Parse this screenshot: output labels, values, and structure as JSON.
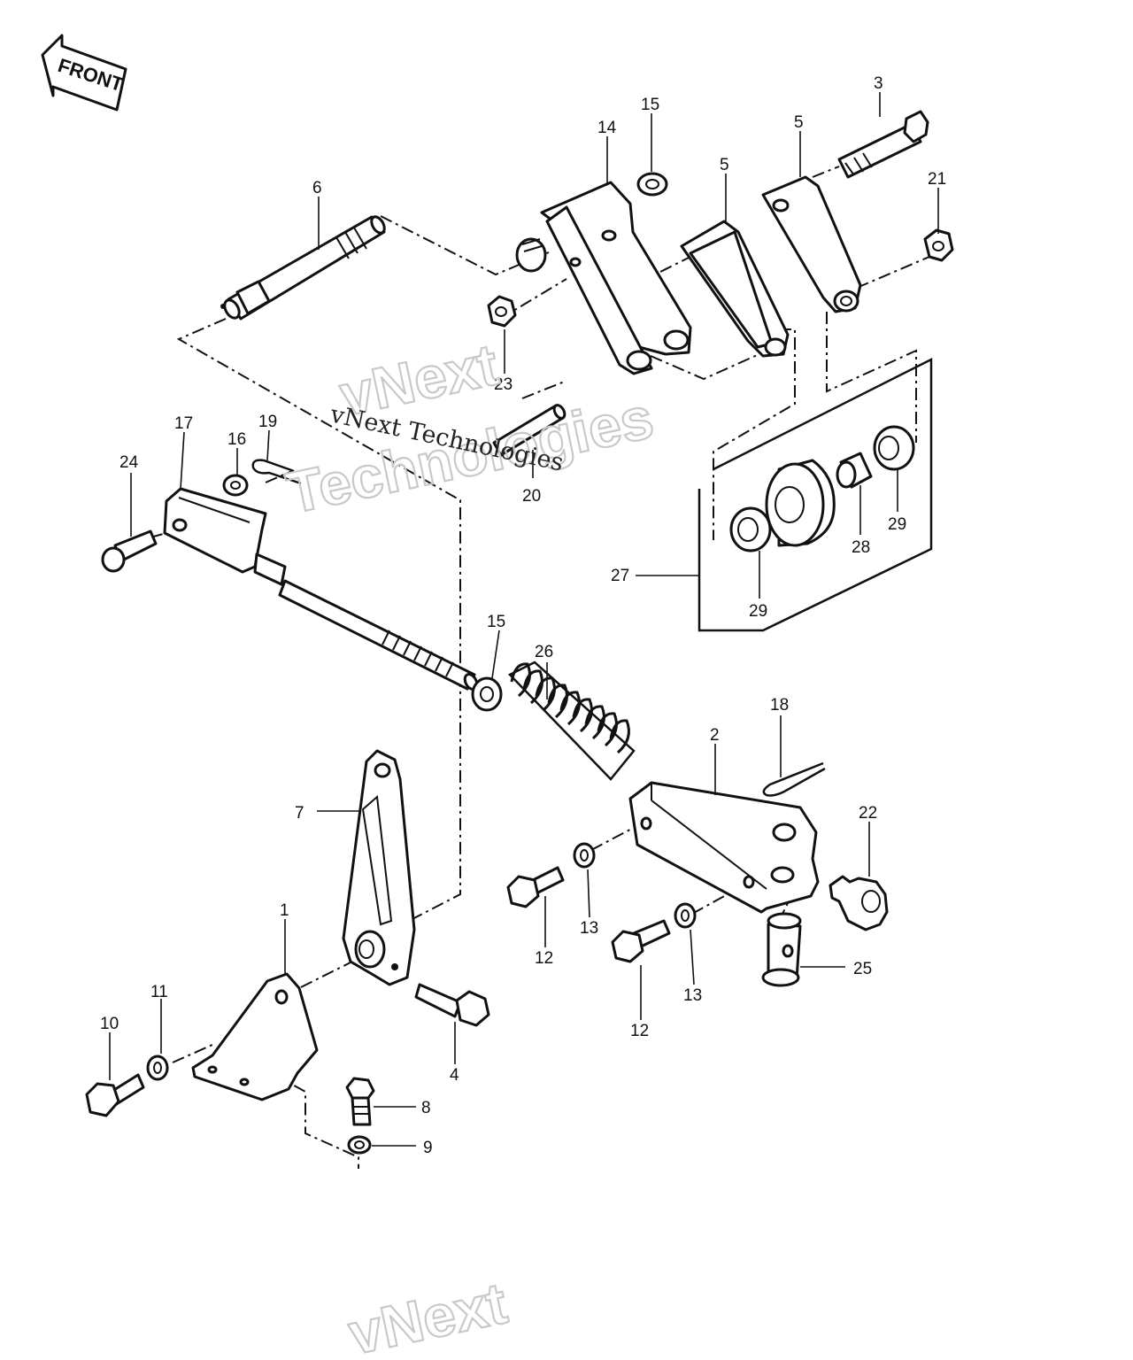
{
  "front_badge": {
    "label": "FRONT"
  },
  "watermark": {
    "line1": "vNext",
    "line2": "Technologies",
    "caption": "vNext Technologies",
    "bottom": "vNext"
  },
  "callouts": {
    "c1": "1",
    "c2": "2",
    "c3": "3",
    "c4": "4",
    "c5a": "5",
    "c5b": "5",
    "c6": "6",
    "c7": "7",
    "c8": "8",
    "c9": "9",
    "c10": "10",
    "c11": "11",
    "c12a": "12",
    "c12b": "12",
    "c13a": "13",
    "c13b": "13",
    "c14": "14",
    "c15a": "15",
    "c15b": "15",
    "c16": "16",
    "c17": "17",
    "c18": "18",
    "c19": "19",
    "c20": "20",
    "c21": "21",
    "c22": "22",
    "c23": "23",
    "c24": "24",
    "c25": "25",
    "c26": "26",
    "c27": "27",
    "c28": "28",
    "c29a": "29",
    "c29b": "29"
  }
}
